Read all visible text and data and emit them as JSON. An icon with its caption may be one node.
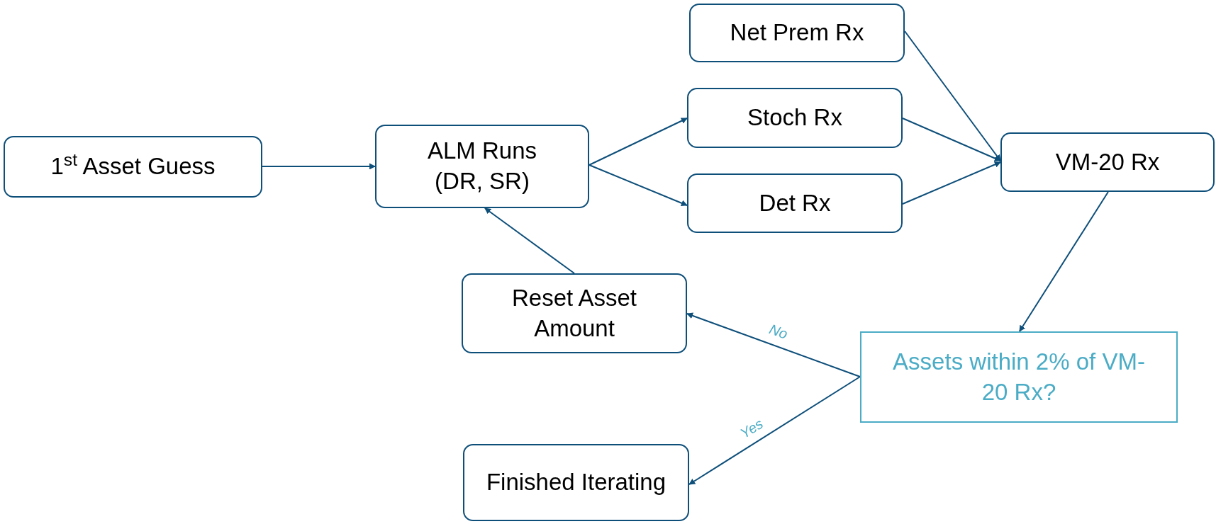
{
  "diagram": {
    "nodes": [
      {
        "text": [
          "1$^{st}$ Asset Guess"
        ]
      },
      {
        "text": [
          "ALM Runs (DR, SR)"
        ]
      },
      {
        "text": [
          "Net Prem Rx"
        ]
      },
      {
        "text": [
          "Stoch Rx"
        ]
      },
      {
        "text": [
          "Det Rx"
        ]
      },
      {
        "text": [
          "VM-20 Rx"
        ]
      },
      {
        "text": [
          "Reset Asset Amount"
        ]
      },
      {
        "text": [
          "Assets within 2% of VM-20 Rx?"
        ]
      },
      {
        "text": [
          "Finished Iterating"
        ]
      }
    ],
    "edges": [
      {
        "from": 0,
        "to": 1,
        "arrow": "to"
      },
      {
        "from": 1,
        "to": 3,
        "arrow": "to"
      },
      {
        "from": 1,
        "to": 4,
        "arrow": "to"
      },
      {
        "from": 2,
        "to": 5,
        "arrow": "to"
      },
      {
        "from": 3,
        "to": 5,
        "arrow": "to"
      },
      {
        "from": 4,
        "to": 5,
        "arrow": "to"
      },
      {
        "from": 5,
        "to": 7,
        "arrow": "to"
      },
      {
        "from": 7,
        "to": 6,
        "arrow": "to",
        "label": "No"
      },
      {
        "from": 7,
        "to": 8,
        "arrow": "to",
        "label": "Yes"
      },
      {
        "from": 6,
        "to": 1,
        "arrow": "to"
      }
    ]
  }
}
